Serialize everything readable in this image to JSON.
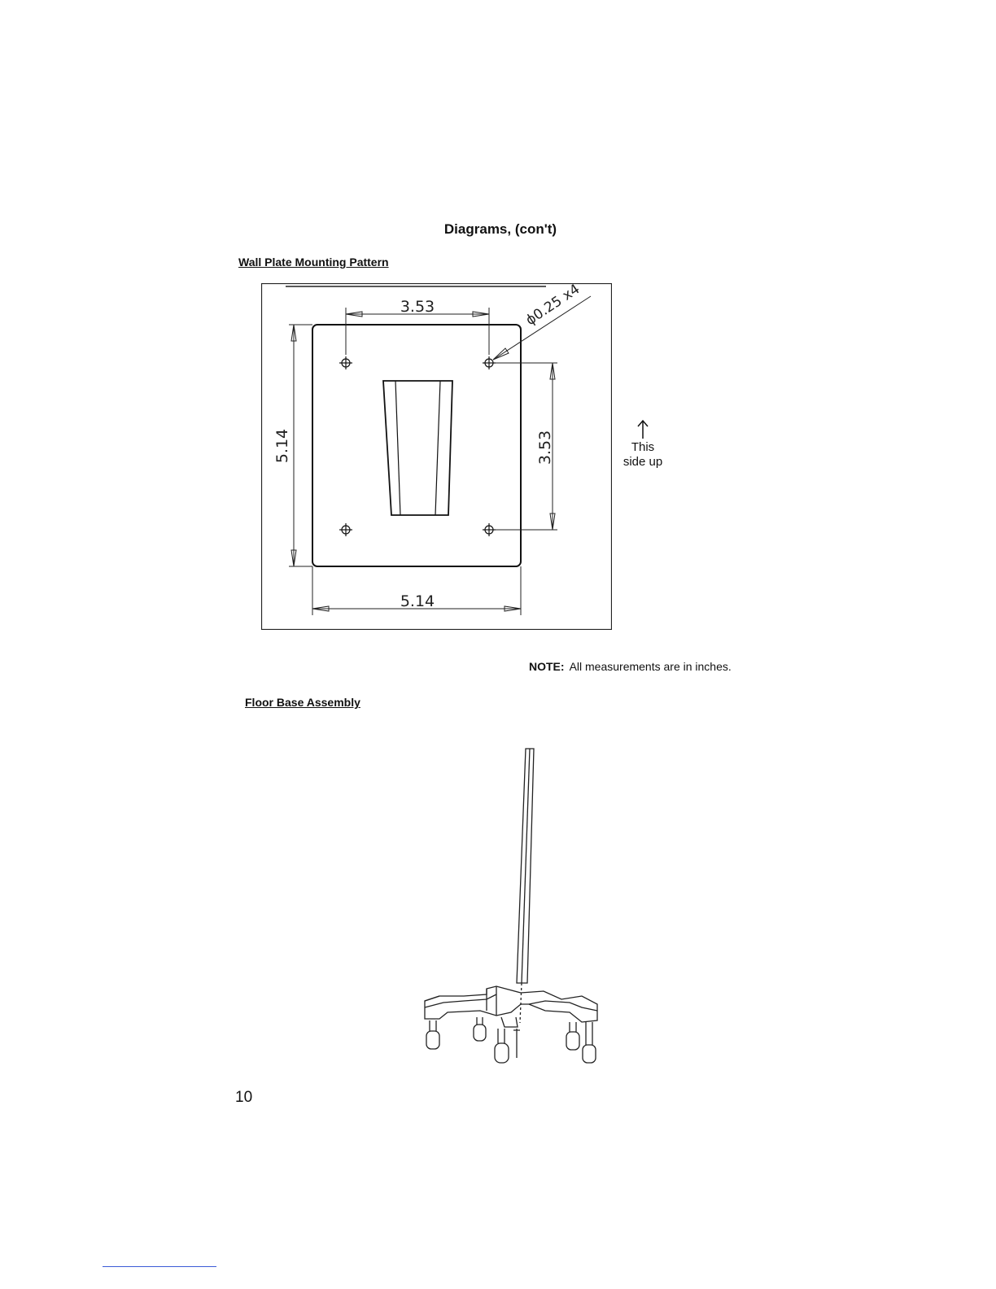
{
  "page": {
    "title": "Diagrams, (con't)",
    "page_number": "10"
  },
  "wall_plate": {
    "heading": "Wall Plate Mounting Pattern",
    "dim_hole_spacing_horizontal": "3.53",
    "dim_hole_spacing_vertical": "3.53",
    "dim_plate_height": "5.14",
    "dim_plate_width": "5.14",
    "hole_callout": "ϕ0.25 x4",
    "orientation_label_line1": "This",
    "orientation_label_line2": "side up"
  },
  "note": {
    "label": "NOTE:",
    "text": "All measurements are in inches."
  },
  "floor_base": {
    "heading": "Floor Base Assembly"
  }
}
